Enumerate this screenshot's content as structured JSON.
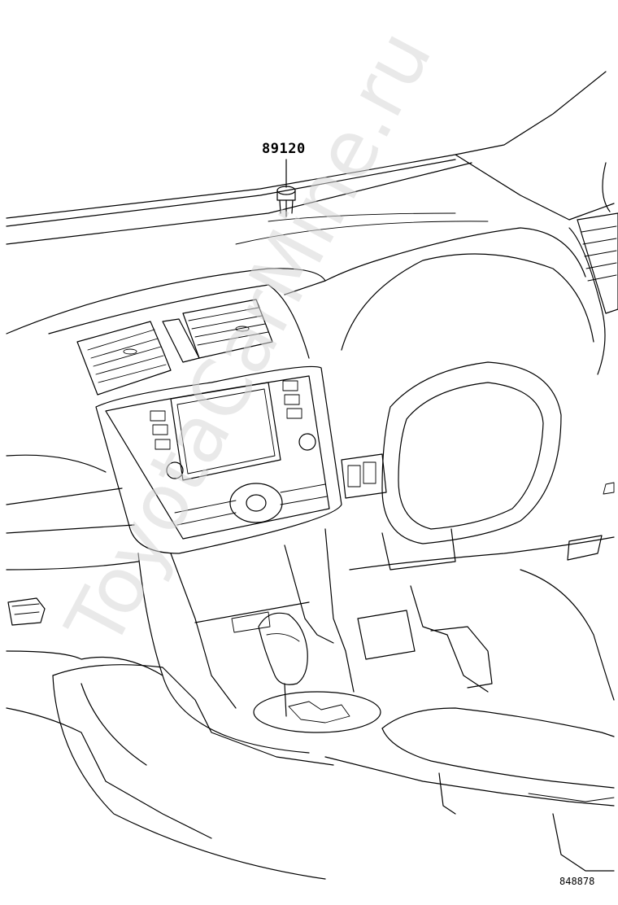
{
  "diagram": {
    "part_number": "89120",
    "drawing_code": "848878",
    "watermark": "ToyotaCarMine.ru"
  }
}
